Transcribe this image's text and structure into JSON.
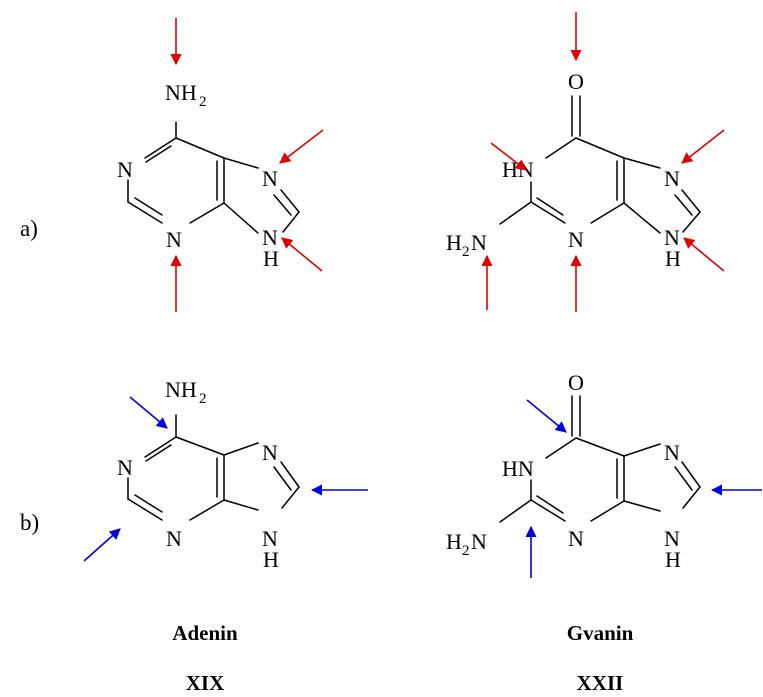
{
  "rows": [
    {
      "label": "a)"
    },
    {
      "label": "b)"
    }
  ],
  "compounds": [
    {
      "name": "Adenin",
      "code": "XIX"
    },
    {
      "name": "Gvanin",
      "code": "XXII"
    }
  ],
  "atoms": {
    "nitrogen": "N",
    "oxygen": "O",
    "hydrogen": "H",
    "ring_nh_right": "NH",
    "ring_hn_left": "HN",
    "amino_main": "NH",
    "amino_left_main": "H",
    "amino_left_tail": "N",
    "subscript_two": "2"
  },
  "arrow_colors": {
    "row_a": "#e00000",
    "row_b": "#0000e0"
  }
}
